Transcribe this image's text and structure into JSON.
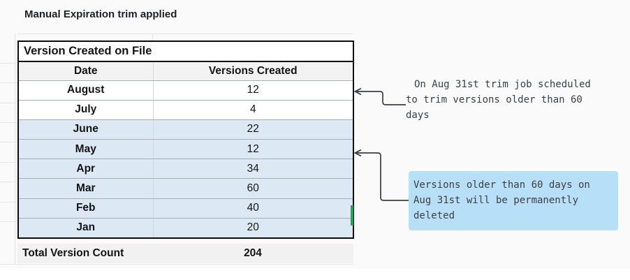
{
  "title": "Manual Expiration trim applied",
  "table": {
    "title": "Version Created on File",
    "columns": {
      "date": "Date",
      "versions": "Versions Created"
    },
    "rows": [
      {
        "month": "August",
        "count": "12",
        "highlighted": false
      },
      {
        "month": "July",
        "count": "4",
        "highlighted": false
      },
      {
        "month": "June",
        "count": "22",
        "highlighted": true
      },
      {
        "month": "May",
        "count": "12",
        "highlighted": true
      },
      {
        "month": "Apr",
        "count": "34",
        "highlighted": true
      },
      {
        "month": "Mar",
        "count": "60",
        "highlighted": true
      },
      {
        "month": "Feb",
        "count": "40",
        "highlighted": true
      },
      {
        "month": "Jan",
        "count": "20",
        "highlighted": true
      }
    ],
    "total": {
      "label": "Total Version Count",
      "value": "204"
    }
  },
  "callouts": {
    "scheduled": {
      "line1": "On Aug 31st trim job scheduled",
      "line2": "to trim versions older than 60",
      "line3": "days"
    },
    "deleted": {
      "line1": "Versions older than 60 days on",
      "line2": "Aug 31st will be permanently",
      "line3": "deleted"
    }
  },
  "colors": {
    "row_highlight": "#dce9f5",
    "header_fill": "#f2f2f2",
    "total_fill": "#f1f1f1",
    "note_fill": "#b7dff7",
    "marker_green": "#2e9e5e",
    "arrow": "#3a3d40"
  }
}
